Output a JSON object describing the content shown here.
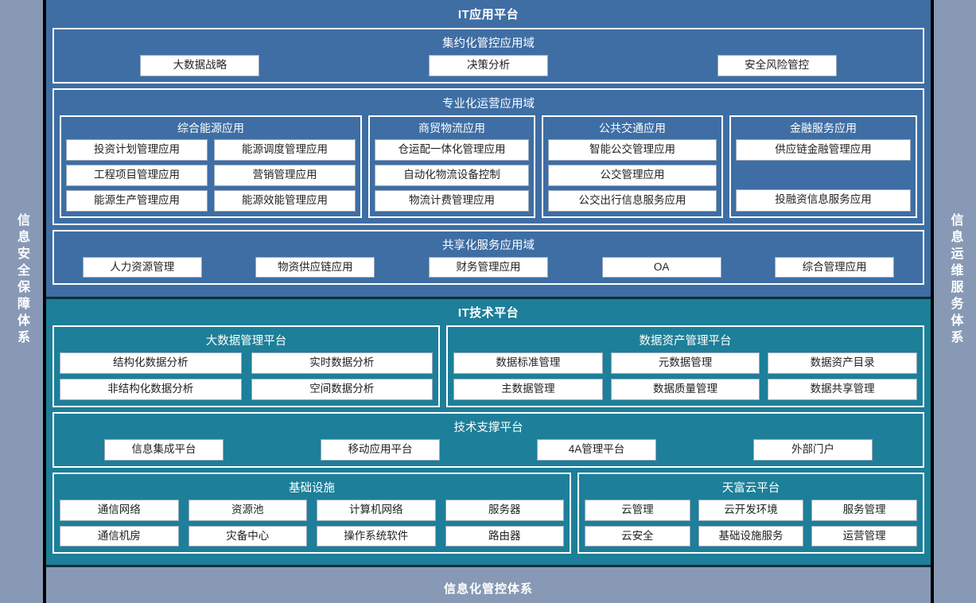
{
  "left_rail": {
    "label": "信息安全保障体系"
  },
  "right_rail": {
    "label": "信息运维服务体系"
  },
  "bottom_bar": {
    "label": "信息化管控体系"
  },
  "colors": {
    "app_platform_blue": "#3e6ea4",
    "tech_platform_teal": "#1d7f99",
    "rail_gray_blue": "#8799b5",
    "frame_black": "#000000",
    "box_white": "#ffffff"
  },
  "app_platform": {
    "title": "IT应用平台",
    "domains": [
      {
        "title": "集约化管控应用域",
        "items": [
          "大数据战略",
          "决策分析",
          "安全风险管控"
        ]
      },
      {
        "title": "专业化运营应用域",
        "subgroups": [
          {
            "title": "综合能源应用",
            "items": [
              "投资计划管理应用",
              "能源调度管理应用",
              "工程项目管理应用",
              "营销管理应用",
              "能源生产管理应用",
              "能源效能管理应用"
            ]
          },
          {
            "title": "商贸物流应用",
            "items": [
              "仓运配一体化管理应用",
              "自动化物流设备控制",
              "物流计费管理应用"
            ]
          },
          {
            "title": "公共交通应用",
            "items": [
              "智能公交管理应用",
              "公交管理应用",
              "公交出行信息服务应用"
            ]
          },
          {
            "title": "金融服务应用",
            "items": [
              "供应链金融管理应用",
              "",
              "投融资信息服务应用"
            ]
          }
        ]
      },
      {
        "title": "共享化服务应用域",
        "items": [
          "人力资源管理",
          "物资供应链应用",
          "财务管理应用",
          "OA",
          "综合管理应用"
        ]
      }
    ]
  },
  "tech_platform": {
    "title": "IT技术平台",
    "domains": [
      {
        "title": "大数据管理平台",
        "items": [
          "结构化数据分析",
          "实时数据分析",
          "非结构化数据分析",
          "空间数据分析"
        ]
      },
      {
        "title": "数据资产管理平台",
        "items": [
          "数据标准管理",
          "元数据管理",
          "数据资产目录",
          "主数据管理",
          "数据质量管理",
          "数据共享管理"
        ]
      },
      {
        "title": "技术支撑平台",
        "items": [
          "信息集成平台",
          "移动应用平台",
          "4A管理平台",
          "外部门户"
        ]
      },
      {
        "title": "基础设施",
        "items": [
          "通信网络",
          "资源池",
          "计算机网络",
          "服务器",
          "通信机房",
          "灾备中心",
          "操作系统软件",
          "路由器"
        ]
      },
      {
        "title": "天富云平台",
        "items": [
          "云管理",
          "云开发环境",
          "服务管理",
          "云安全",
          "基础设施服务",
          "运营管理"
        ]
      }
    ]
  }
}
